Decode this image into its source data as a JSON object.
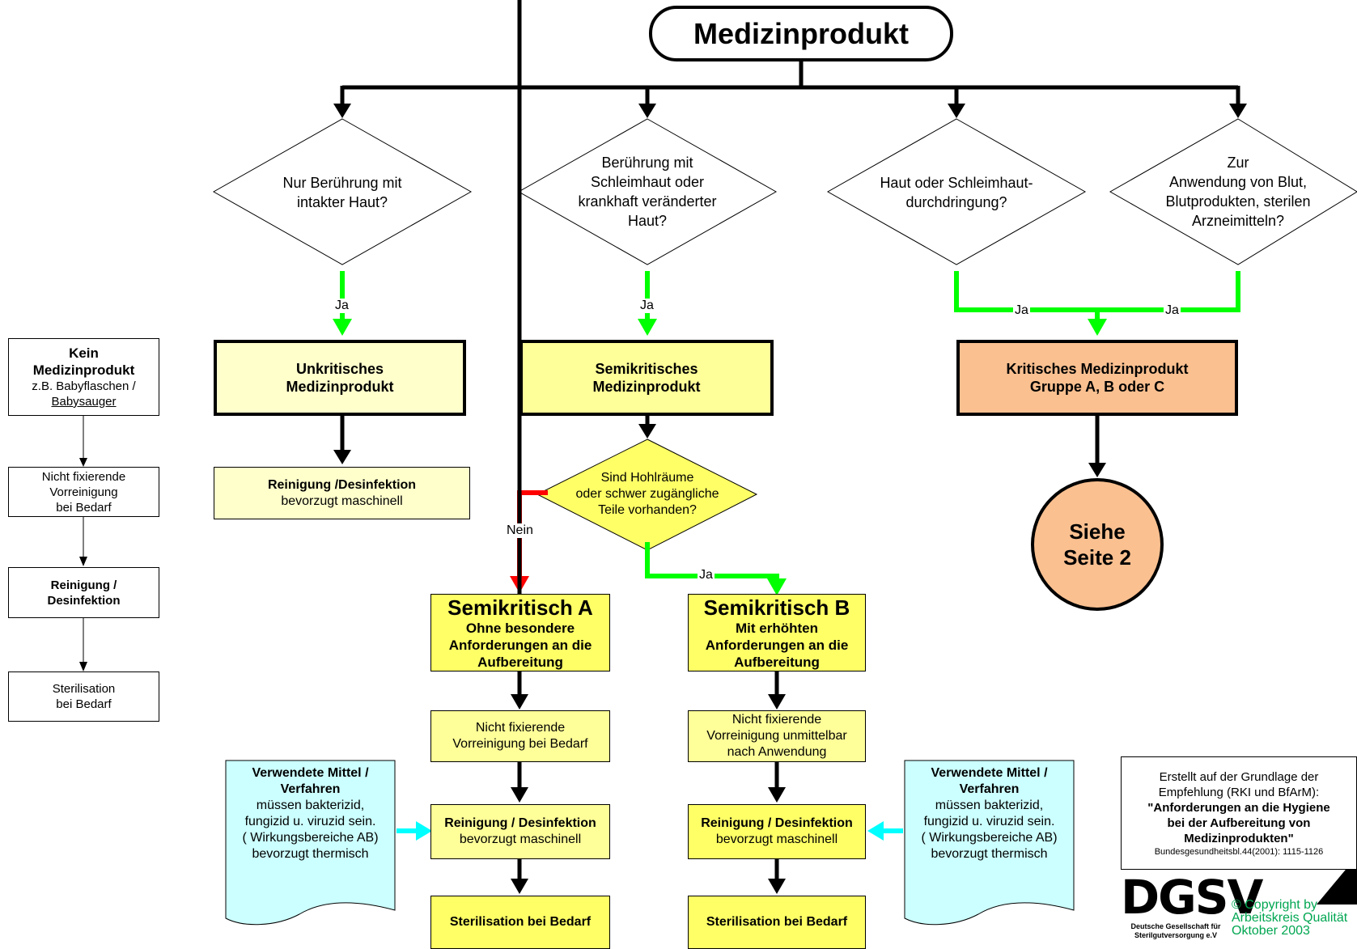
{
  "top": {
    "title": "Medizinprodukt"
  },
  "questions": {
    "q1": [
      "Nur Berührung mit",
      "intakter Haut?"
    ],
    "q2": [
      "Berührung mit",
      "Schleimhaut oder",
      "krankhaft veränderter",
      "Haut?"
    ],
    "q3": [
      "Haut oder Schleimhaut-",
      "durchdringung?"
    ],
    "q4": [
      "Zur",
      "Anwendung von Blut,",
      "Blutprodukten, sterilen",
      "Arzneimitteln?"
    ]
  },
  "labels": {
    "ja": "Ja",
    "nein": "Nein"
  },
  "categories": {
    "unkritisch": [
      "Unkritisches",
      "Medizinprodukt"
    ],
    "semikritisch": [
      "Semikritisches",
      "Medizinprodukt"
    ],
    "kritisch": [
      "Kritisches Medizinprodukt",
      "Gruppe A, B oder C"
    ]
  },
  "unkritisch_step": {
    "title": "Reinigung /Desinfektion",
    "sub": "bevorzugt maschinell"
  },
  "hohlraum": [
    "Sind Hohlräume",
    "oder schwer zugängliche",
    "Teile vorhanden?"
  ],
  "siehe": [
    "Siehe",
    "Seite 2"
  ],
  "semi_a": {
    "title": "Semikritisch A",
    "sub": [
      "Ohne besondere",
      "Anforderungen an die",
      "Aufbereitung"
    ],
    "vorreinigung": [
      "Nicht fixierende",
      "Vorreinigung bei Bedarf"
    ],
    "reinigung_title": "Reinigung / Desinfektion",
    "reinigung_sub": "bevorzugt maschinell",
    "sterilisation": "Sterilisation bei Bedarf"
  },
  "semi_b": {
    "title": "Semikritisch B",
    "sub": [
      "Mit erhöhten",
      "Anforderungen an die",
      "Aufbereitung"
    ],
    "vorreinigung": [
      "Nicht fixierende",
      "Vorreinigung unmittelbar",
      "nach Anwendung"
    ],
    "reinigung_title": "Reinigung / Desinfektion",
    "reinigung_sub": "bevorzugt maschinell",
    "sterilisation": "Sterilisation bei Bedarf"
  },
  "mittel": {
    "title": [
      "Verwendete Mittel /",
      "Verfahren"
    ],
    "lines": [
      "müssen bakterizid,",
      "fungizid u. viruzid sein.",
      "( Wirkungsbereiche AB)",
      "bevorzugt thermisch"
    ]
  },
  "kein": {
    "title": [
      "Kein",
      "Medizinprodukt"
    ],
    "sub": [
      "z.B. Babyflaschen /",
      "Babysauger"
    ],
    "vorreinigung": [
      "Nicht fixierende",
      "Vorreinigung",
      "bei Bedarf"
    ],
    "reinigung": [
      "Reinigung /",
      "Desinfektion"
    ],
    "sterilisation": [
      "Sterilisation",
      "bei Bedarf"
    ]
  },
  "source": {
    "lines": [
      "Erstellt auf der Grundlage der",
      "Empfehlung (RKI und BfArM):"
    ],
    "bold": [
      "\"Anforderungen an die Hygiene",
      "bei der Aufbereitung von",
      "Medizinprodukten\""
    ],
    "ref": "Bundesgesundheitsbl.44(2001): 1115-1126"
  },
  "logo": {
    "text": "DGSV",
    "sub1": "Deutsche Gesellschaft für",
    "sub2": "Sterilgutversorgung e.V"
  },
  "copyright": [
    "© Copyright by",
    "Arbeitskreis Qualität",
    "Oktober 2003"
  ],
  "colors": {
    "light_yellow": "#ffffcc",
    "yellow": "#ffff66",
    "orange": "#fac090",
    "light_cyan": "#ccffff",
    "green_arrow": "#00ff00",
    "red_arrow": "#ff0000",
    "cyan_arrow": "#00ffff",
    "logo_green": "#00a651"
  }
}
